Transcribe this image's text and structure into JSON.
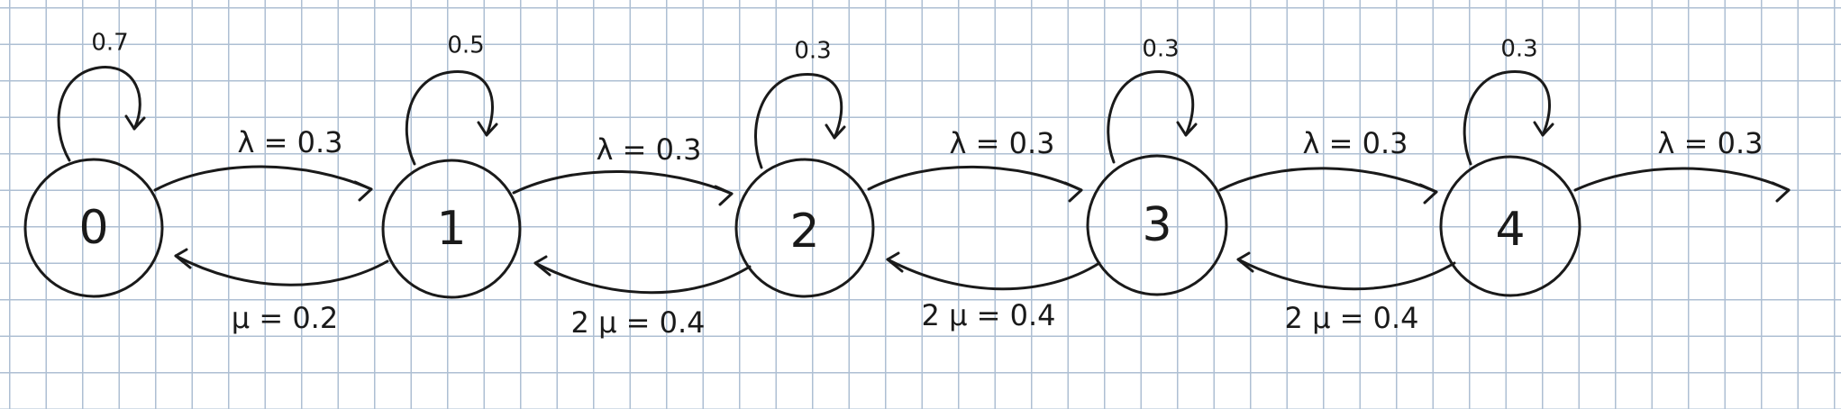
{
  "diagram": {
    "states": [
      {
        "label": "0",
        "self_loop": "0.7"
      },
      {
        "label": "1",
        "self_loop": "0.5"
      },
      {
        "label": "2",
        "self_loop": "0.3"
      },
      {
        "label": "3",
        "self_loop": "0.3"
      },
      {
        "label": "4",
        "self_loop": "0.3"
      }
    ],
    "forward_labels": [
      "λ = 0.3",
      "λ = 0.3",
      "λ = 0.3",
      "λ = 0.3",
      "λ = 0.3"
    ],
    "backward_labels": [
      "μ = 0.2",
      "2 μ = 0.4",
      "2 μ = 0.4",
      "2 μ = 0.4"
    ],
    "ink_color": "#1a1a1a",
    "grid_color": "#aebfd3",
    "background_color": "#ffffff"
  }
}
